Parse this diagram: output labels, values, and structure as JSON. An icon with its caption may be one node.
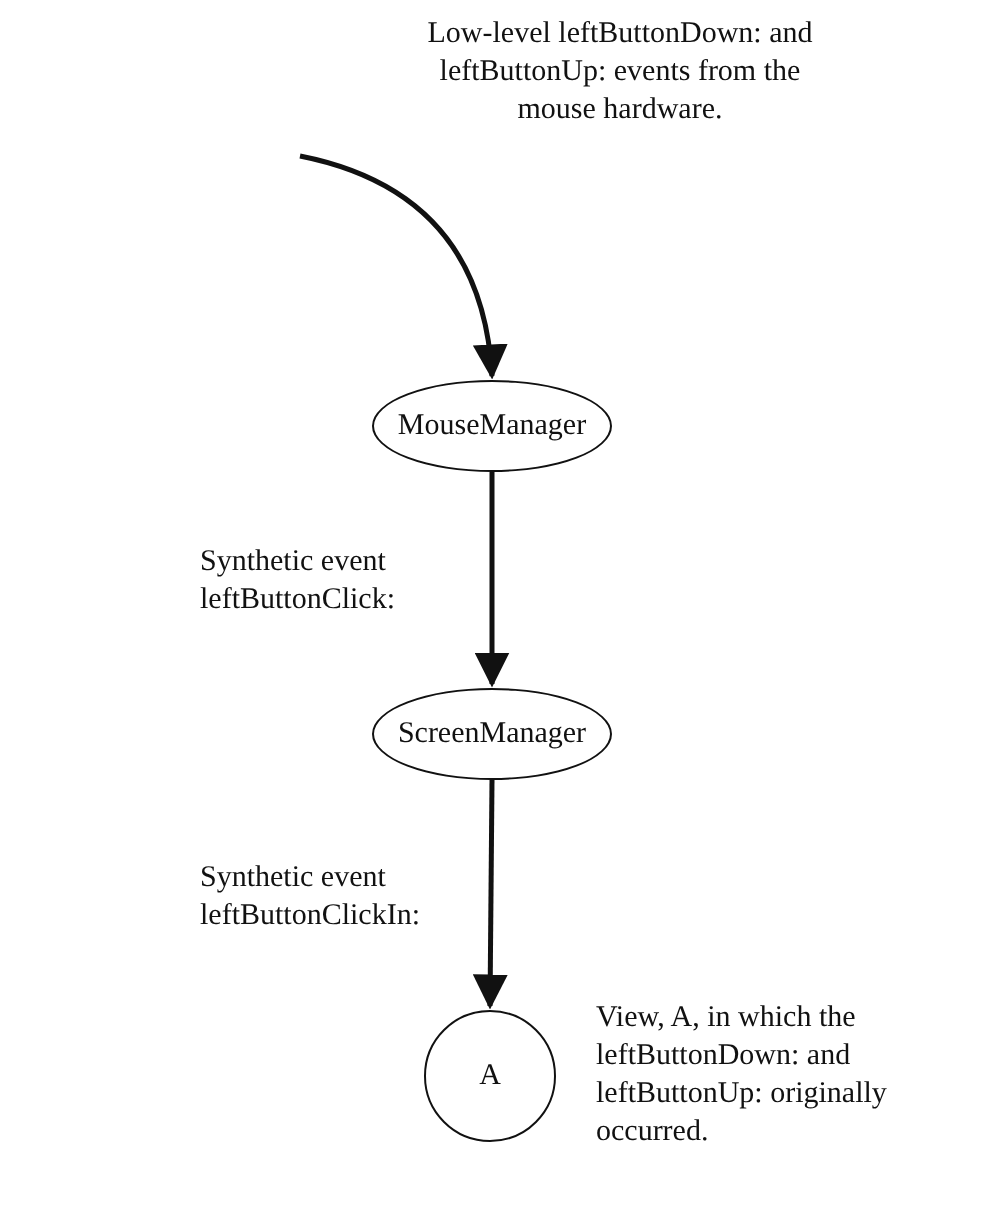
{
  "diagram": {
    "nodes": [
      {
        "text": [
          "MouseManager"
        ]
      },
      {
        "text": [
          "ScreenManager"
        ]
      },
      {
        "text": [
          "A"
        ],
        "beside": [
          "View, A, in which the leftButtonDown: and leftButtonUp: originally occurred."
        ]
      }
    ],
    "edges": [
      {
        "from": null,
        "to": 0,
        "arrow": "to",
        "label": "Low-level leftButtonDown: and leftButtonUp: events from the mouse hardware."
      },
      {
        "from": 0,
        "to": 1,
        "arrow": "to",
        "label": "Synthetic event leftButtonClick:"
      },
      {
        "from": 1,
        "to": 2,
        "arrow": "to",
        "label": "Synthetic event leftButtonClickIn:"
      }
    ]
  }
}
